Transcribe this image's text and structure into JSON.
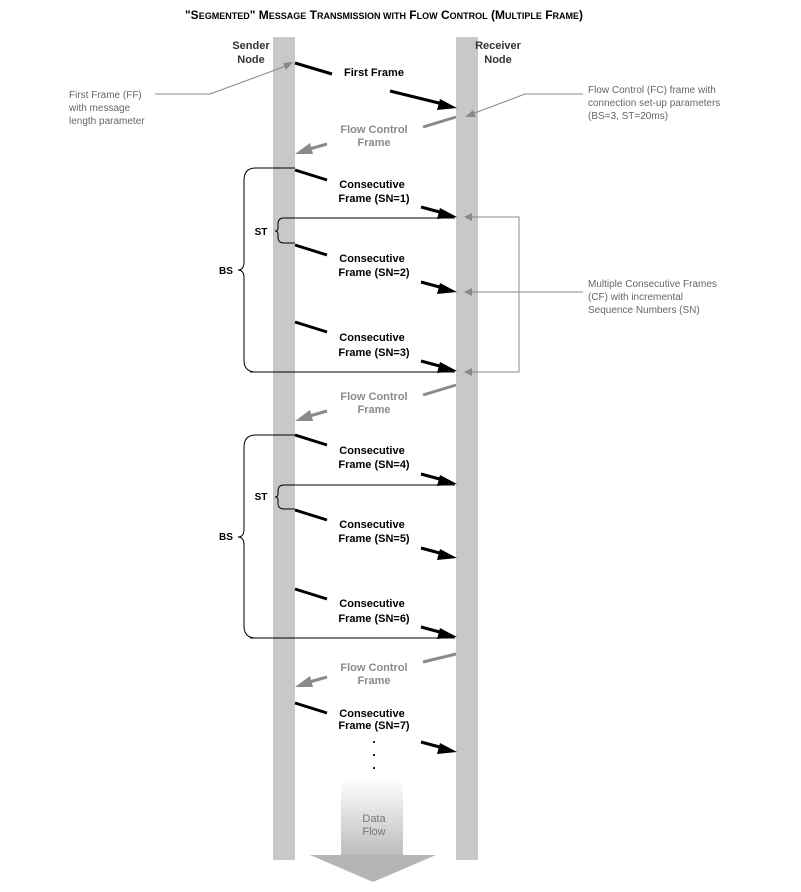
{
  "title": {
    "open_quote": "\"",
    "seg_S": "S",
    "seg_rest": "EGMENTED",
    "close_quote": "\"",
    "msg_M": "M",
    "msg_rest": "ESSAGE",
    "trans_T": "T",
    "trans_rest": "RANSMISSION WITH",
    "flow_F": "F",
    "flow_rest": "LOW",
    "control_C": "C",
    "control_rest": "ONTROL",
    "paren_open": "(",
    "multiple_M": "M",
    "multiple_rest": "ULTIPLE",
    "frame_F": "F",
    "frame_rest": "RAME",
    "paren_close": ")"
  },
  "sender": {
    "line1": "Sender",
    "line2": "Node"
  },
  "receiver": {
    "line1": "Receiver",
    "line2": "Node"
  },
  "first_frame": "First Frame",
  "flow_control": {
    "line1": "Flow Control",
    "line2": "Frame"
  },
  "consecutive": {
    "line1": "Consecutive",
    "sn1": "Frame (SN=1)",
    "sn2": "Frame (SN=2)",
    "sn3": "Frame (SN=3)",
    "sn4": "Frame (SN=4)",
    "sn5": "Frame (SN=5)",
    "sn6": "Frame (SN=6)",
    "sn7": "Frame (SN=7)"
  },
  "annotations": {
    "ff": [
      "First Frame (FF)",
      "with message",
      "length parameter"
    ],
    "fc": [
      "Flow Control (FC) frame with",
      "connection set-up parameters",
      "(BS=3, ST=20ms)"
    ],
    "cf": [
      "Multiple Consecutive Frames",
      "(CF) with incremental",
      "Sequence Numbers (SN)"
    ]
  },
  "brackets": {
    "bs": "BS",
    "st": "ST"
  },
  "ellipsis_dot": ".",
  "data_flow": {
    "line1": "Data",
    "line2": "Flow"
  },
  "colors": {
    "node_bar": "#c8c8c8",
    "fc_gray": "#8a8a8a",
    "annotation": "#666666",
    "frame": "#000000"
  }
}
